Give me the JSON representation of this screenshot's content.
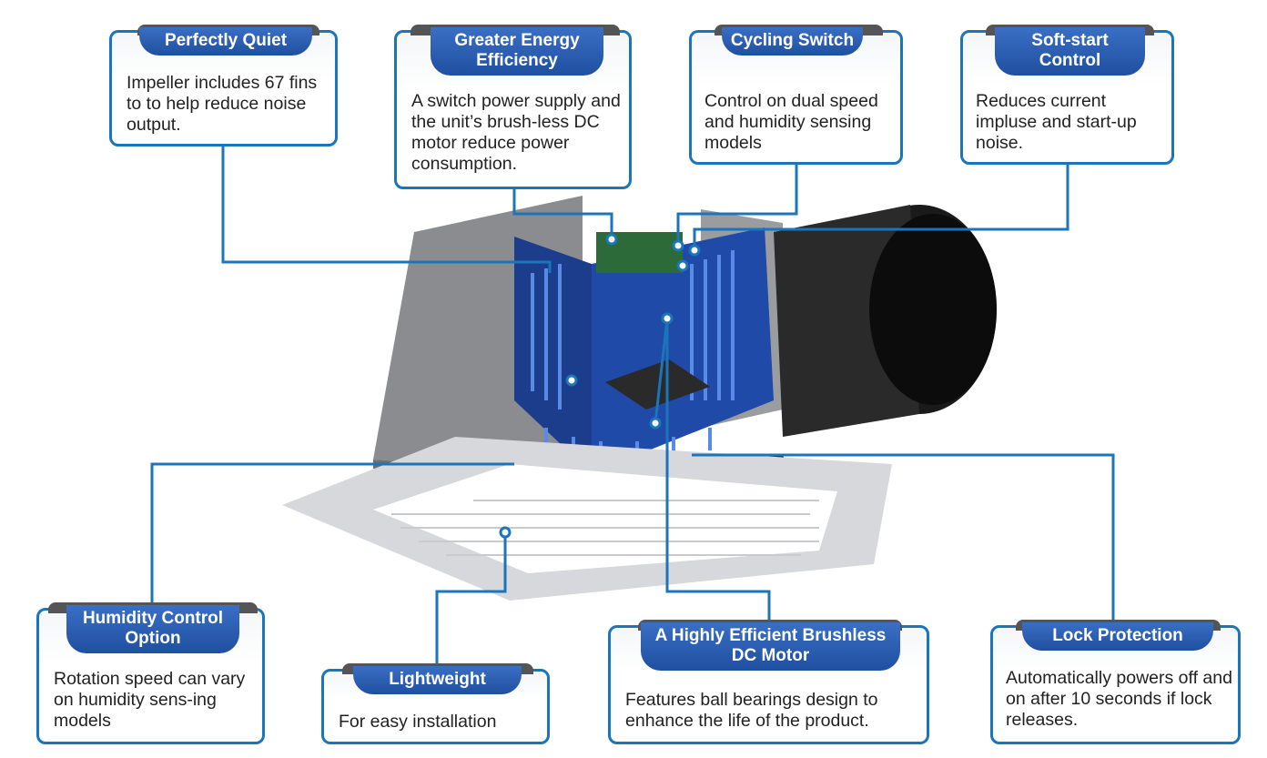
{
  "accent": "#1b75bb",
  "callouts": [
    {
      "title": "Perfectly Quiet",
      "text": "Impeller includes 67 fins to to help reduce noise output."
    },
    {
      "title": "Greater Energy Efficiency",
      "text": "A switch power supply and the unit’s brush-less DC motor reduce power consumption."
    },
    {
      "title": "Cycling Switch",
      "text": "Control on dual speed and humidity sensing models"
    },
    {
      "title": "Soft-start Control",
      "text": "Reduces current impluse and start-up noise."
    },
    {
      "title": "Humidity Control Option",
      "text": "Rotation speed can vary on humidity sens-ing models"
    },
    {
      "title": "Lightweight",
      "text": "For easy installation"
    },
    {
      "title": "A Highly Efficient Brushless DC Motor",
      "text": "Features ball bearings design to enhance the life of the product."
    },
    {
      "title": "Lock Protection",
      "text": "Automatically powers off and on after 10 seconds if lock releases."
    }
  ]
}
